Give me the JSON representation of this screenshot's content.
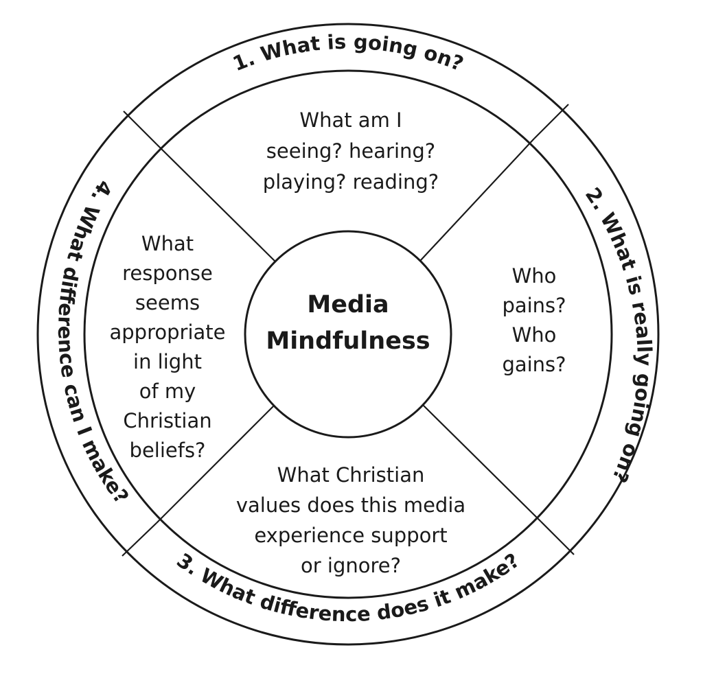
{
  "center": {
    "line1": "Media",
    "line2": "Mindfulness"
  },
  "ring_labels": {
    "step1": "1. What is going on?",
    "step2": "2. What is really going on?",
    "step3": "3. What difference does it make?",
    "step4": "4. What difference can I make?"
  },
  "quadrants": {
    "top": [
      "What am I",
      "seeing? hearing?",
      "playing? reading?"
    ],
    "right": [
      "Who",
      "pains?",
      "Who",
      "gains?"
    ],
    "bottom": [
      "What Christian",
      "values does this media",
      "experience support",
      "or ignore?"
    ],
    "left": [
      "What",
      "response",
      "seems",
      "appropriate",
      "in light",
      "of my",
      "Christian",
      "beliefs?"
    ]
  },
  "colors": {
    "ink": "#1a1a1a",
    "background": "#ffffff"
  }
}
